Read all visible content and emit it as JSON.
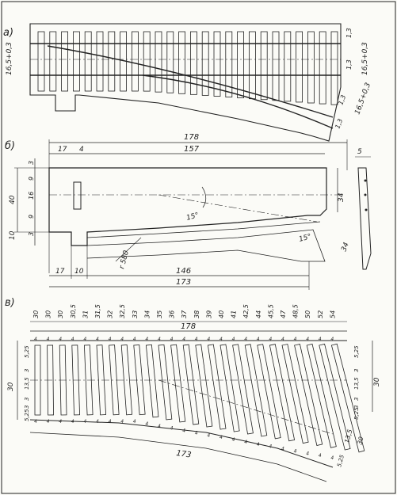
{
  "panel_labels": [
    "а)",
    "б)",
    "в)"
  ],
  "panel_a": {
    "left_dim": "16,5+0,3",
    "right_top": "1,3",
    "right_mid": "16,5+0,3",
    "right_mid_small": "1,3",
    "diag_dim": "16,5+0,3",
    "diag_small_top": "1,3",
    "diag_small_bot": "1,3"
  },
  "panel_b": {
    "total_top": "178",
    "left_off": "17",
    "slot_w": "4",
    "main_len": "157",
    "left_dims": [
      "3",
      "9",
      "16",
      "9",
      "3"
    ],
    "height_40": "40",
    "height_10": "10",
    "right_34_top": "34",
    "right_34_bot": "34",
    "angle_1": "15°",
    "angle_2": "15°",
    "radius": "r 580",
    "bottom_17": "17",
    "bottom_10": "10",
    "bottom_146": "146",
    "bottom_173": "173",
    "side_5": "5"
  },
  "panel_c": {
    "top_lengths": [
      "30",
      "30",
      "30",
      "30,5",
      "31",
      "31,5",
      "32",
      "32,5",
      "33",
      "34",
      "35",
      "36",
      "37",
      "38",
      "39",
      "40",
      "41",
      "42,5",
      "44",
      "45,5",
      "47",
      "48,5",
      "50",
      "52",
      "54"
    ],
    "total_top": "178",
    "total_bottom": "173",
    "left_dims": [
      "5,25",
      "3",
      "13,5",
      "3",
      "3",
      "5,25"
    ],
    "left_30": "30",
    "right_dims": [
      "5,25",
      "3",
      "13,5",
      "3",
      "3",
      "5,25"
    ],
    "right_30": "30",
    "bottom_right": [
      "13,5",
      "30",
      "5,25"
    ],
    "gap": "4",
    "small": "5"
  }
}
